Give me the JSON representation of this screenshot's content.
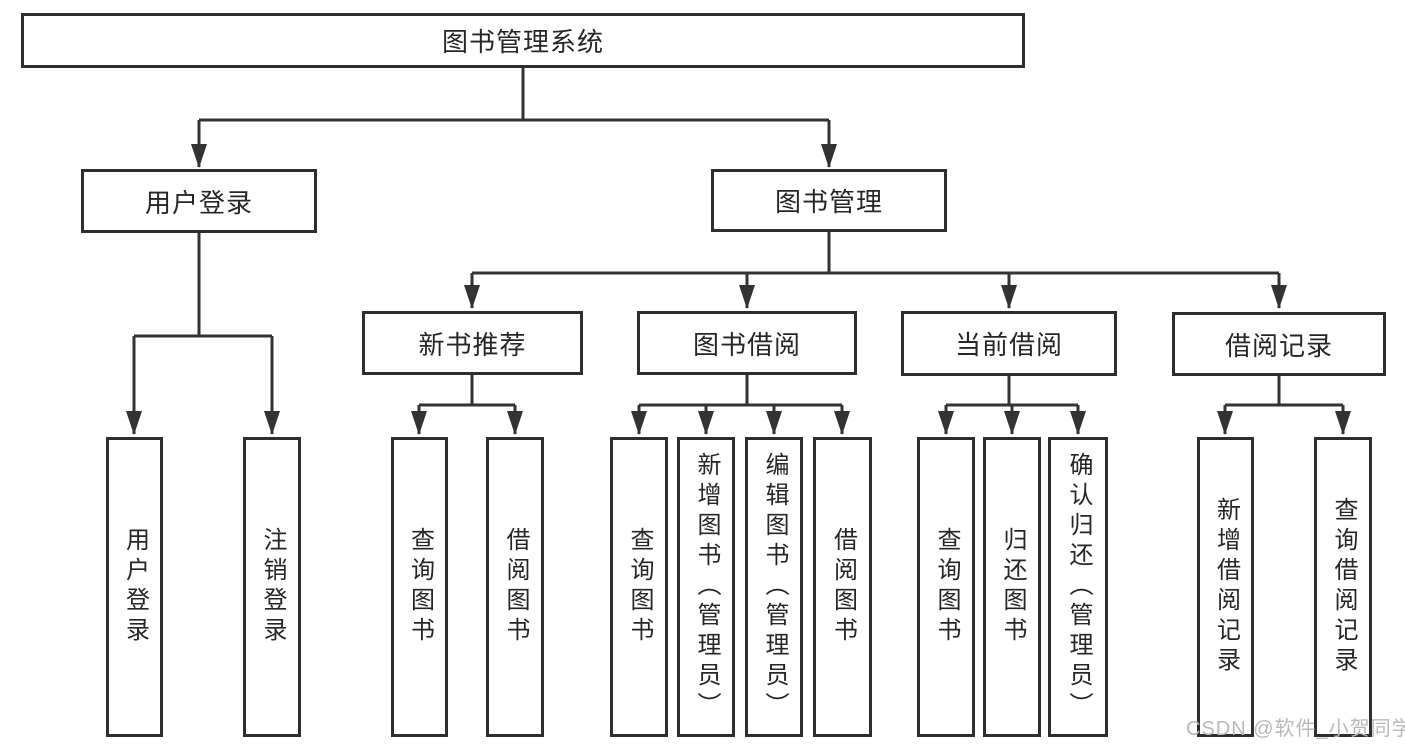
{
  "colors": {
    "line": "#333333",
    "box_border": "#2e2e2e",
    "text": "#262626",
    "watermark": "#b9b9b9",
    "background": "#ffffff"
  },
  "diagram": {
    "title": "图书管理系统",
    "level1": {
      "user_login": "用户登录",
      "book_management": "图书管理"
    },
    "level2": {
      "new_book_recommend": "新书推荐",
      "book_borrowing": "图书借阅",
      "current_borrowing": "当前借阅",
      "borrowing_records": "借阅记录"
    },
    "leaves": {
      "user_login_1": "用户登录",
      "user_login_2": "注销登录",
      "recommend_1": "查询图书",
      "recommend_2": "借阅图书",
      "borrowing_1": "查询图书",
      "borrowing_2": "新增图书（管理员）",
      "borrowing_3": "编辑图书（管理员）",
      "borrowing_4": "借阅图书",
      "current_1": "查询图书",
      "current_2": "归还图书",
      "current_3": "确认归还（管理员）",
      "records_1": "新增借阅记录",
      "records_2": "查询借阅记录"
    }
  },
  "watermark": "CSDN @软件_小贺同学"
}
